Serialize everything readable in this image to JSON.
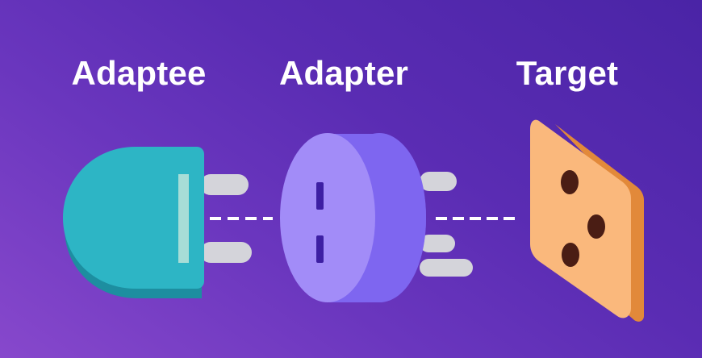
{
  "labels": {
    "adaptee": "Adaptee",
    "adapter": "Adapter",
    "target": "Target"
  },
  "colors": {
    "background_start": "#8748cc",
    "background_end": "#4a24a6",
    "adaptee_plug": "#2db5c5",
    "adapter_body": "#9f89f7",
    "target_socket": "#fab87c",
    "prongs": "#d4d4da",
    "socket_holes": "#4a1d14"
  }
}
